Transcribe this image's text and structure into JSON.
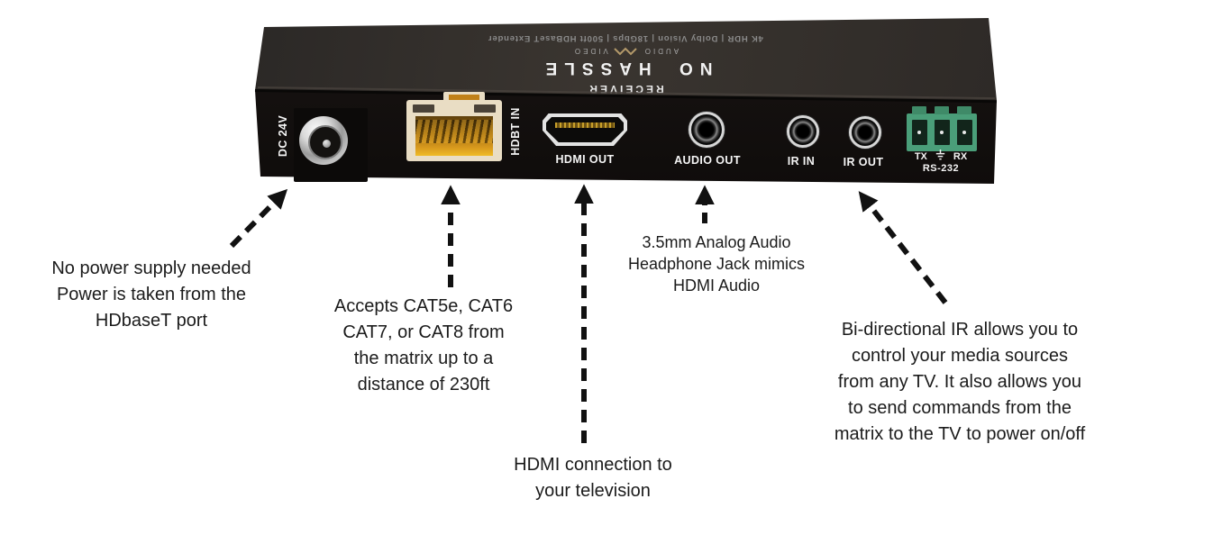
{
  "product": {
    "top_tagline": "4K HDR | Dolby Vision | 18Gbps | 500ft HDBaseT Extender",
    "brand_name": "NO HASSLE",
    "brand_audio": "AUDIO",
    "brand_video": "VIDEO",
    "unit_label": "RECEIVER"
  },
  "ports": {
    "dc_label": "DC 24V",
    "hdbt_label": "HDBT IN",
    "hdmi_label": "HDMI OUT",
    "audio_label": "AUDIO OUT",
    "ir_in_label": "IR IN",
    "ir_out_label": "IR OUT",
    "rs232_tx": "TX",
    "rs232_rx": "RX",
    "rs232_label": "RS-232"
  },
  "annotations": {
    "power": {
      "lines": [
        "No power supply needed",
        "Power is taken from the",
        "HDbaseT port"
      ]
    },
    "hdbt": {
      "lines": [
        "Accepts CAT5e, CAT6",
        "CAT7, or CAT8 from",
        "the matrix up to a",
        "distance of 230ft"
      ]
    },
    "audio": {
      "lines": [
        "3.5mm Analog Audio",
        "Headphone Jack mimics",
        "HDMI Audio"
      ]
    },
    "ir": {
      "lines": [
        "Bi-directional IR allows you to",
        "control your media sources",
        "from any TV. It also allows you",
        "to send commands from the",
        "matrix to the TV to power on/off"
      ]
    },
    "hdmi": {
      "lines": [
        "HDMI connection to",
        "your television"
      ]
    }
  },
  "colors": {
    "annotation_text": "#1b1b1b",
    "arrow": "#111111",
    "device_top": "#332f2c",
    "device_panel": "#15110f",
    "rj45_gold": "#d99a1e",
    "terminal_green": "#4a9e79",
    "brand_gold": "#b3996a"
  }
}
